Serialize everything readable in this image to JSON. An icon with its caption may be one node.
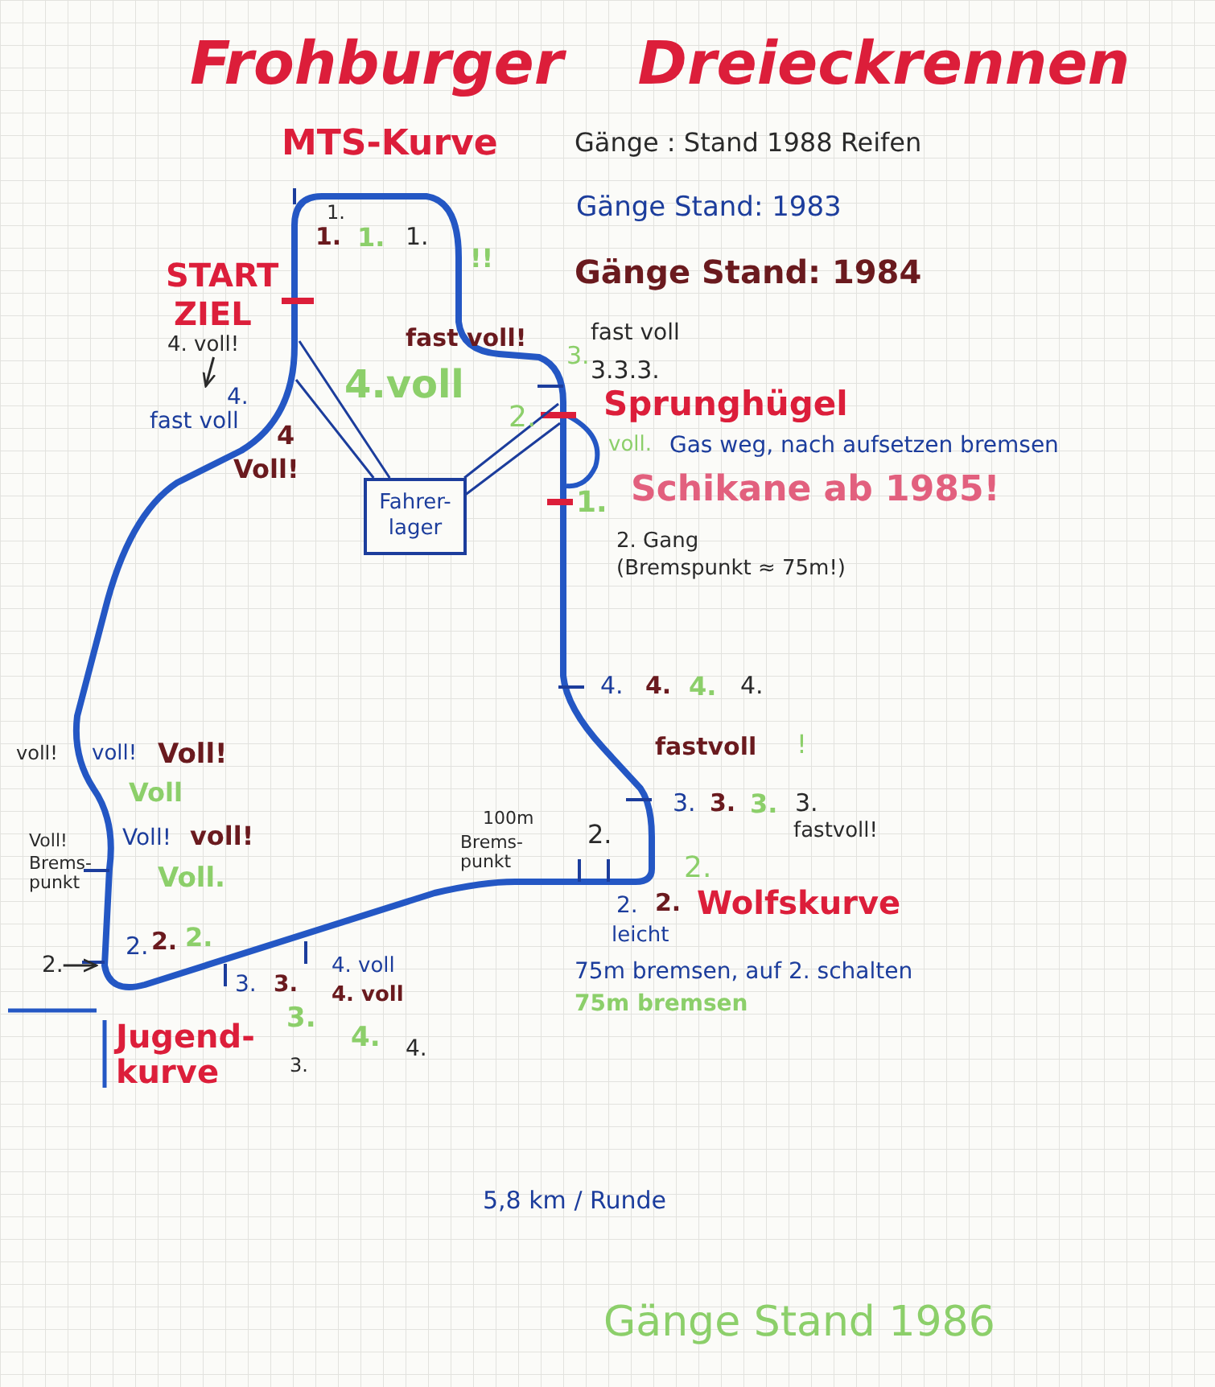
{
  "diagram": {
    "title": "Frohburger Dreieckrennen",
    "nodes": [
      {
        "text": [
          "Fahrer- lager"
        ]
      },
      {
        "text": [
          "4. voll!"
        ]
      },
      {
        "text": [
          "2."
        ]
      },
      {
        "text": [
          "4.",
          "fast voll"
        ]
      }
    ],
    "edges": [
      {
        "from": 0,
        "to": null,
        "arrow": "none"
      },
      {
        "from": 0,
        "to": null,
        "arrow": "none"
      },
      {
        "from": 1,
        "to": 3,
        "arrow": "to",
        "color": "#2a2a2a"
      },
      {
        "from": 2,
        "to": null,
        "arrow": "to",
        "color": "#2a2a2a"
      }
    ],
    "labels": [
      "MTS-Kurve",
      "Gänge : Stand 1988 Reifen",
      "1.",
      "1.",
      "1.",
      "1.",
      "Gänge Stand: 1983",
      "START",
      "!!",
      "Gänge Stand: 1984",
      "ZIEL",
      "fast voll!",
      "fast voll",
      "3.",
      "3.3.3.",
      "4.voll",
      "2.",
      "Sprunghügel",
      "4",
      "Voll!",
      "voll.",
      "Gas weg, nach aufsetzen bremsen",
      "1.",
      "Schikane ab 1985!",
      "2. Gang",
      "(Bremspunkt ≈ 75m!)",
      "4.",
      "4.",
      "4.",
      "4.",
      "fastvoll",
      "!",
      "3.",
      "3.",
      "3.",
      "3.",
      "fastvoll!",
      "voll!",
      "voll!",
      "Voll!",
      "Voll",
      "Voll!",
      "Brems- punkt",
      "Voll!",
      "voll!",
      "Voll.",
      "100m",
      "Brems- punkt",
      "2.",
      "2.",
      "2.",
      "2.",
      "Wolfskurve",
      "leicht",
      "2.",
      "2.",
      "2.",
      "3.",
      "3.",
      "4. voll",
      "4. voll",
      "75m bremsen, auf 2. schalten",
      "75m bremsen",
      "Jugend- kurve",
      "3.",
      "4.",
      "4.",
      "3.",
      "5,8 km / Runde",
      "Gänge Stand 1986"
    ]
  }
}
